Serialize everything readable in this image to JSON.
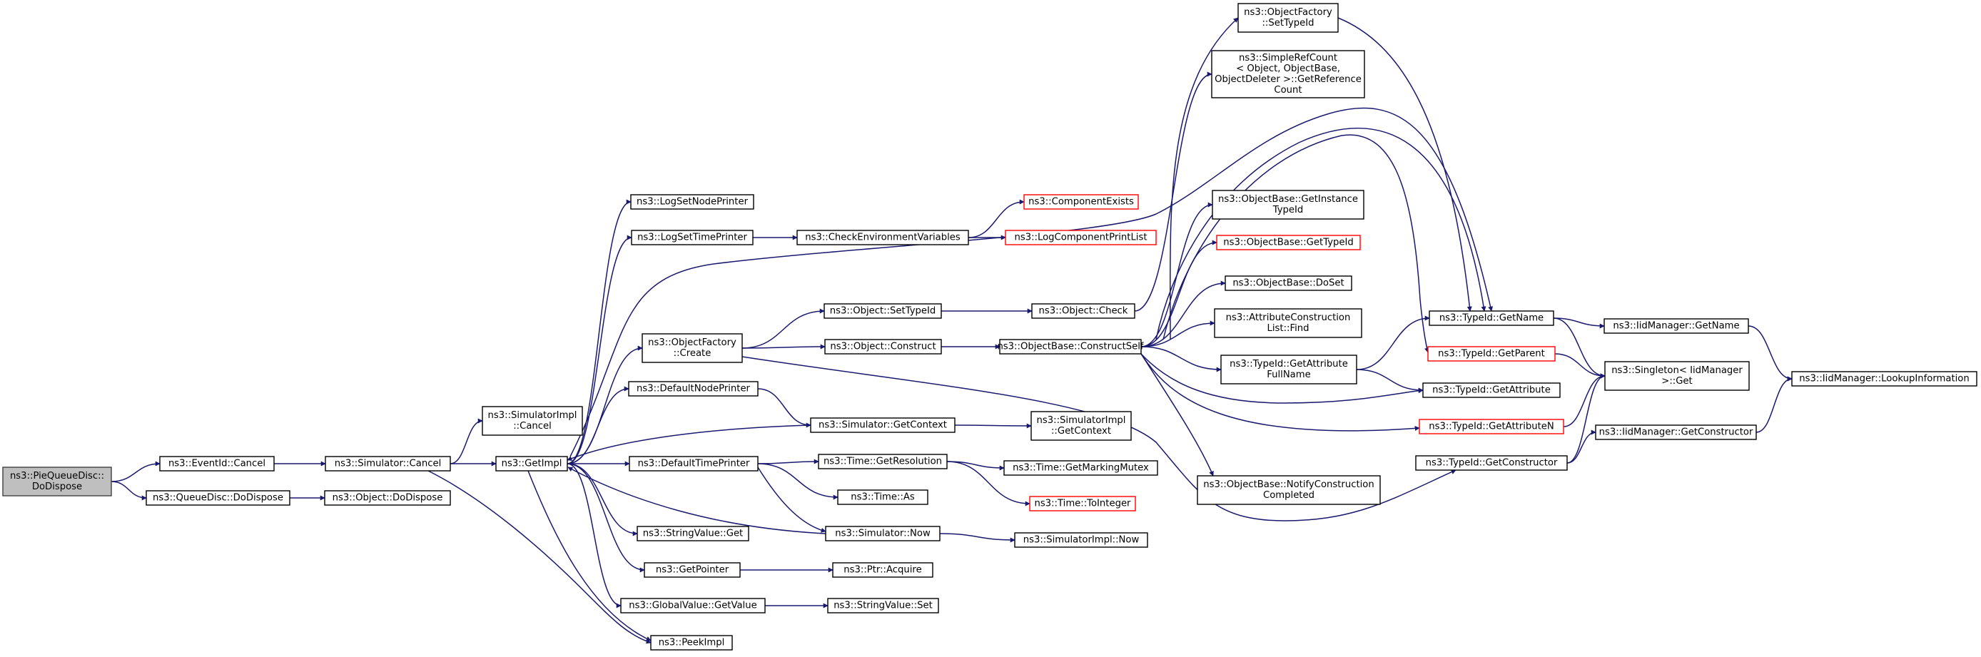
{
  "colors": {
    "edge": "#191970",
    "root_fill": "#bfbfbf",
    "root_border": "#404040",
    "node_border": "#000000",
    "highlight_border": "#ff0000"
  },
  "nodes": [
    {
      "id": "piequeuedisc_dodispose",
      "lines": [
        "ns3::PieQueueDisc::",
        "DoDispose"
      ],
      "style": "root"
    },
    {
      "id": "eventid_cancel",
      "lines": [
        "ns3::EventId::Cancel"
      ]
    },
    {
      "id": "queuedisc_dodispose",
      "lines": [
        "ns3::QueueDisc::DoDispose"
      ]
    },
    {
      "id": "simulator_cancel",
      "lines": [
        "ns3::Simulator::Cancel"
      ]
    },
    {
      "id": "object_dodispose",
      "lines": [
        "ns3::Object::DoDispose"
      ]
    },
    {
      "id": "simulatorimpl_cancel",
      "lines": [
        "ns3::SimulatorImpl",
        "::Cancel"
      ]
    },
    {
      "id": "getimpl",
      "lines": [
        "ns3::GetImpl"
      ]
    },
    {
      "id": "peekimpl",
      "lines": [
        "ns3::PeekImpl"
      ]
    },
    {
      "id": "logsetnodeprinter",
      "lines": [
        "ns3::LogSetNodePrinter"
      ]
    },
    {
      "id": "logsettimeprinter",
      "lines": [
        "ns3::LogSetTimePrinter"
      ]
    },
    {
      "id": "objectfactory_create",
      "lines": [
        "ns3::ObjectFactory",
        "::Create"
      ]
    },
    {
      "id": "defaultnodeprinter",
      "lines": [
        "ns3::DefaultNodePrinter"
      ]
    },
    {
      "id": "defaulttimeprinter",
      "lines": [
        "ns3::DefaultTimePrinter"
      ]
    },
    {
      "id": "stringvalue_get",
      "lines": [
        "ns3::StringValue::Get"
      ]
    },
    {
      "id": "getpointer",
      "lines": [
        "ns3::GetPointer"
      ]
    },
    {
      "id": "globalvalue_getvalue",
      "lines": [
        "ns3::GlobalValue::GetValue"
      ]
    },
    {
      "id": "checkenvironmentvariables",
      "lines": [
        "ns3::CheckEnvironmentVariables"
      ]
    },
    {
      "id": "object_settypeid",
      "lines": [
        "ns3::Object::SetTypeId"
      ]
    },
    {
      "id": "object_construct",
      "lines": [
        "ns3::Object::Construct"
      ]
    },
    {
      "id": "simulator_getcontext",
      "lines": [
        "ns3::Simulator::GetContext"
      ]
    },
    {
      "id": "time_getresolution",
      "lines": [
        "ns3::Time::GetResolution"
      ]
    },
    {
      "id": "time_as",
      "lines": [
        "ns3::Time::As"
      ]
    },
    {
      "id": "simulator_now",
      "lines": [
        "ns3::Simulator::Now"
      ]
    },
    {
      "id": "ptr_acquire",
      "lines": [
        "ns3::Ptr::Acquire"
      ]
    },
    {
      "id": "stringvalue_set",
      "lines": [
        "ns3::StringValue::Set"
      ]
    },
    {
      "id": "componentexists",
      "lines": [
        "ns3::ComponentExists"
      ],
      "style": "red"
    },
    {
      "id": "logcomponentprintlist",
      "lines": [
        "ns3::LogComponentPrintList"
      ],
      "style": "red"
    },
    {
      "id": "object_check",
      "lines": [
        "ns3::Object::Check"
      ]
    },
    {
      "id": "objectbase_constructself",
      "lines": [
        "ns3::ObjectBase::ConstructSelf"
      ]
    },
    {
      "id": "simulatorimpl_getcontext",
      "lines": [
        "ns3::SimulatorImpl",
        "::GetContext"
      ]
    },
    {
      "id": "time_getmarkingmutex",
      "lines": [
        "ns3::Time::GetMarkingMutex"
      ]
    },
    {
      "id": "time_tointeger",
      "lines": [
        "ns3::Time::ToInteger"
      ],
      "style": "red"
    },
    {
      "id": "simulatorimpl_now",
      "lines": [
        "ns3::SimulatorImpl::Now"
      ]
    },
    {
      "id": "objectfactory_settypeid",
      "lines": [
        "ns3::ObjectFactory",
        "::SetTypeId"
      ]
    },
    {
      "id": "simplerefcount_getreferencecount",
      "lines": [
        "ns3::SimpleRefCount",
        "< Object, ObjectBase,",
        "ObjectDeleter >::GetReference",
        "Count"
      ]
    },
    {
      "id": "objectbase_getinstancetypeid",
      "lines": [
        "ns3::ObjectBase::GetInstance",
        "TypeId"
      ]
    },
    {
      "id": "objectbase_gettypeid",
      "lines": [
        "ns3::ObjectBase::GetTypeId"
      ],
      "style": "red"
    },
    {
      "id": "objectbase_doset",
      "lines": [
        "ns3::ObjectBase::DoSet"
      ]
    },
    {
      "id": "attributeconstructionlist_find",
      "lines": [
        "ns3::AttributeConstruction",
        "List::Find"
      ]
    },
    {
      "id": "typeid_getattributefullname",
      "lines": [
        "ns3::TypeId::GetAttribute",
        "FullName"
      ]
    },
    {
      "id": "objectbase_notifyconstructioncompleted",
      "lines": [
        "ns3::ObjectBase::NotifyConstruction",
        "Completed"
      ]
    },
    {
      "id": "typeid_getname",
      "lines": [
        "ns3::TypeId::GetName"
      ]
    },
    {
      "id": "typeid_getparent",
      "lines": [
        "ns3::TypeId::GetParent"
      ],
      "style": "red"
    },
    {
      "id": "typeid_getattribute",
      "lines": [
        "ns3::TypeId::GetAttribute"
      ]
    },
    {
      "id": "typeid_getattributen",
      "lines": [
        "ns3::TypeId::GetAttributeN"
      ],
      "style": "red"
    },
    {
      "id": "typeid_getconstructor",
      "lines": [
        "ns3::TypeId::GetConstructor"
      ]
    },
    {
      "id": "iidmanager_getname",
      "lines": [
        "ns3::IidManager::GetName"
      ]
    },
    {
      "id": "singleton_iidmanager_get",
      "lines": [
        "ns3::Singleton< IidManager",
        ">::Get"
      ]
    },
    {
      "id": "iidmanager_getconstructor",
      "lines": [
        "ns3::IidManager::GetConstructor"
      ]
    },
    {
      "id": "iidmanager_lookupinformation",
      "lines": [
        "ns3::IidManager::LookupInformation"
      ]
    }
  ],
  "edges": [
    [
      "piequeuedisc_dodispose",
      "eventid_cancel"
    ],
    [
      "piequeuedisc_dodispose",
      "queuedisc_dodispose"
    ],
    [
      "eventid_cancel",
      "simulator_cancel"
    ],
    [
      "queuedisc_dodispose",
      "object_dodispose"
    ],
    [
      "simulator_cancel",
      "simulatorimpl_cancel"
    ],
    [
      "simulator_cancel",
      "getimpl"
    ],
    [
      "simulator_cancel",
      "peekimpl"
    ],
    [
      "getimpl",
      "logsetnodeprinter"
    ],
    [
      "getimpl",
      "logsettimeprinter"
    ],
    [
      "getimpl",
      "objectfactory_create"
    ],
    [
      "getimpl",
      "defaultnodeprinter"
    ],
    [
      "getimpl",
      "defaulttimeprinter"
    ],
    [
      "getimpl",
      "stringvalue_get"
    ],
    [
      "getimpl",
      "getpointer"
    ],
    [
      "getimpl",
      "globalvalue_getvalue"
    ],
    [
      "getimpl",
      "peekimpl"
    ],
    [
      "getimpl",
      "typeid_getname"
    ],
    [
      "logsettimeprinter",
      "checkenvironmentvariables"
    ],
    [
      "checkenvironmentvariables",
      "componentexists"
    ],
    [
      "checkenvironmentvariables",
      "logcomponentprintlist"
    ],
    [
      "objectfactory_create",
      "object_settypeid"
    ],
    [
      "objectfactory_create",
      "object_construct"
    ],
    [
      "objectfactory_create",
      "typeid_getconstructor"
    ],
    [
      "object_settypeid",
      "object_check"
    ],
    [
      "object_check",
      "simplerefcount_getreferencecount"
    ],
    [
      "object_construct",
      "objectbase_constructself"
    ],
    [
      "defaultnodeprinter",
      "simulator_getcontext"
    ],
    [
      "simulator_getcontext",
      "getimpl"
    ],
    [
      "simulator_getcontext",
      "simulatorimpl_getcontext"
    ],
    [
      "defaulttimeprinter",
      "time_getresolution"
    ],
    [
      "defaulttimeprinter",
      "time_as"
    ],
    [
      "defaulttimeprinter",
      "simulator_now"
    ],
    [
      "time_getresolution",
      "time_getmarkingmutex"
    ],
    [
      "time_getresolution",
      "time_tointeger"
    ],
    [
      "simulator_now",
      "getimpl"
    ],
    [
      "simulator_now",
      "simulatorimpl_now"
    ],
    [
      "getpointer",
      "ptr_acquire"
    ],
    [
      "globalvalue_getvalue",
      "stringvalue_set"
    ],
    [
      "objectbase_constructself",
      "objectfactory_settypeid"
    ],
    [
      "objectbase_constructself",
      "objectbase_getinstancetypeid"
    ],
    [
      "objectbase_constructself",
      "objectbase_gettypeid"
    ],
    [
      "objectbase_constructself",
      "objectbase_doset"
    ],
    [
      "objectbase_constructself",
      "attributeconstructionlist_find"
    ],
    [
      "objectbase_constructself",
      "typeid_getattributefullname"
    ],
    [
      "objectbase_constructself",
      "objectbase_notifyconstructioncompleted"
    ],
    [
      "objectbase_constructself",
      "typeid_getparent"
    ],
    [
      "objectbase_constructself",
      "typeid_getattribute"
    ],
    [
      "objectbase_constructself",
      "typeid_getattributen"
    ],
    [
      "objectbase_constructself",
      "typeid_getname"
    ],
    [
      "objectfactory_settypeid",
      "typeid_getname"
    ],
    [
      "typeid_getattributefullname",
      "typeid_getname"
    ],
    [
      "typeid_getattributefullname",
      "typeid_getattribute"
    ],
    [
      "typeid_getname",
      "iidmanager_getname"
    ],
    [
      "typeid_getname",
      "singleton_iidmanager_get"
    ],
    [
      "typeid_getparent",
      "singleton_iidmanager_get"
    ],
    [
      "typeid_getattributen",
      "singleton_iidmanager_get"
    ],
    [
      "typeid_getconstructor",
      "singleton_iidmanager_get"
    ],
    [
      "typeid_getconstructor",
      "iidmanager_getconstructor"
    ],
    [
      "iidmanager_getname",
      "iidmanager_lookupinformation"
    ],
    [
      "iidmanager_getconstructor",
      "iidmanager_lookupinformation"
    ]
  ]
}
